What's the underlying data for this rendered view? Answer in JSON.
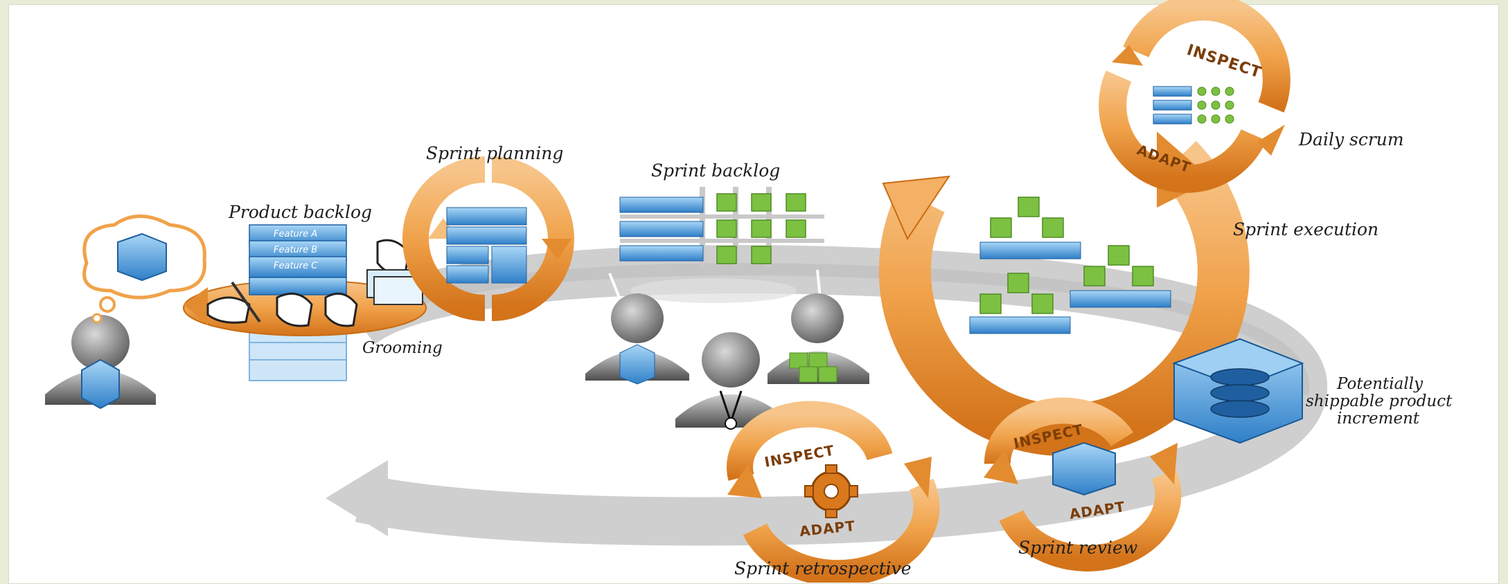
{
  "labels": {
    "product_backlog": "Product backlog",
    "sprint_planning": "Sprint planning",
    "sprint_backlog": "Sprint backlog",
    "daily_scrum": "Daily scrum",
    "sprint_execution": "Sprint execution",
    "increment_line1": "Potentially",
    "increment_line2": "shippable product",
    "increment_line3": "increment",
    "grooming": "Grooming",
    "sprint_review": "Sprint review",
    "sprint_retrospective": "Sprint retrospective"
  },
  "backlog_items": [
    "Feature A",
    "Feature B",
    "Feature C"
  ],
  "loop_words": {
    "inspect": "INSPECT",
    "adapt": "ADAPT"
  },
  "colors": {
    "orange": "#f0a24a",
    "orange_dark": "#d9781c",
    "blue": "#3f8fd6",
    "blue_light": "#8cc7f2",
    "green": "#7cc142",
    "track_gray": "#d2d2d2",
    "person_gray": "#6e6e6e"
  }
}
